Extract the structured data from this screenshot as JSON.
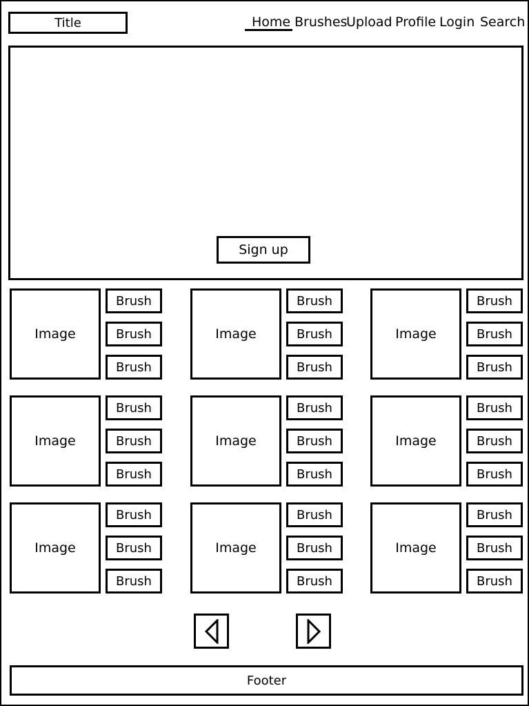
{
  "header": {
    "title": "Title",
    "nav": [
      "Home",
      "Brushes",
      "Upload",
      "Profile",
      "Login",
      "Search"
    ],
    "active_nav": "Home"
  },
  "hero": {
    "signup_label": "Sign up"
  },
  "grid": {
    "image_label": "Image",
    "brush_label": "Brush",
    "cards": [
      {
        "image": "Image",
        "brushes": [
          "Brush",
          "Brush",
          "Brush"
        ]
      },
      {
        "image": "Image",
        "brushes": [
          "Brush",
          "Brush",
          "Brush"
        ]
      },
      {
        "image": "Image",
        "brushes": [
          "Brush",
          "Brush",
          "Brush"
        ]
      },
      {
        "image": "Image",
        "brushes": [
          "Brush",
          "Brush",
          "Brush"
        ]
      },
      {
        "image": "Image",
        "brushes": [
          "Brush",
          "Brush",
          "Brush"
        ]
      },
      {
        "image": "Image",
        "brushes": [
          "Brush",
          "Brush",
          "Brush"
        ]
      },
      {
        "image": "Image",
        "brushes": [
          "Brush",
          "Brush",
          "Brush"
        ]
      },
      {
        "image": "Image",
        "brushes": [
          "Brush",
          "Brush",
          "Brush"
        ]
      },
      {
        "image": "Image",
        "brushes": [
          "Brush",
          "Brush",
          "Brush"
        ]
      }
    ]
  },
  "pagination": {
    "prev_icon": "triangle-left-icon",
    "next_icon": "triangle-right-icon"
  },
  "footer": {
    "label": "Footer"
  },
  "colors": {
    "stroke": "#000000",
    "background": "#ffffff"
  }
}
